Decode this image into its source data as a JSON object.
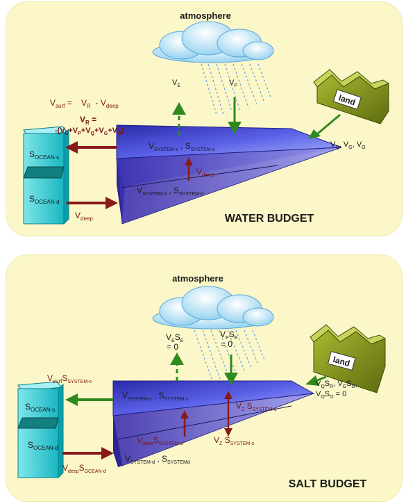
{
  "colors": {
    "panel_bg": "#fbf7c8",
    "maroon": "#7a1515",
    "arrow_green": "#2f8a1e",
    "arrow_maroon": "#8a1a1a",
    "wedge_top": "#5a5ee0",
    "wedge_side": "#3a34b8",
    "ocean_box": "#33d0d8",
    "land": "#7a8a1e"
  },
  "water": {
    "title": "WATER BUDGET",
    "atmosphere": "atmosphere",
    "land": "land",
    "ve": {
      "main": "V",
      "sub": "E"
    },
    "vp": {
      "main": "V",
      "sub": "P"
    },
    "vsurf": {
      "a": "V",
      "a_sub": "surf",
      "b": " =    V",
      "b_sub": "R",
      "c": "  - V",
      "c_sub": "deep"
    },
    "vr_top": {
      "main": "V",
      "sub": "R",
      "tail": " ="
    },
    "vr_expr": {
      "t1": "-(V",
      "s1": "E",
      "t2": "+V",
      "s2": "P",
      "t3": "+V",
      "s3": "Q",
      "t4": "+V",
      "s4": "G",
      "t5": "+V",
      "s5": "O",
      "t6": ")"
    },
    "ocean_s": {
      "main": "S",
      "sub": "OCEAN-s"
    },
    "ocean_d": {
      "main": "S",
      "sub": "OCEAN-d"
    },
    "vdeep_left": {
      "main": "V",
      "sub": "deep"
    },
    "vdeep_mid": {
      "main": "V",
      "sub": "deep"
    },
    "sys_s": {
      "a": "V",
      "a_sub": "SYSTEM-s",
      "b": " , S",
      "b_sub": "SYSTEM-s"
    },
    "sys_d": {
      "a": "V",
      "a_sub": "SYSTEM-d",
      "b": " , S",
      "b_sub": "SYSTEM-d"
    },
    "vq": {
      "a": "V",
      "a_sub": "Q",
      "b": ", V",
      "b_sub": "G",
      "c": ", V",
      "c_sub": "O"
    }
  },
  "salt": {
    "title": "SALT BUDGET",
    "atmosphere": "atmosphere",
    "land": "land",
    "ve": {
      "a": "V",
      "a_sub": "E",
      "b": "S",
      "b_sub": "E",
      "eq": "= 0"
    },
    "vp": {
      "a": "V",
      "a_sub": "P",
      "b": "S",
      "b_sub": "E",
      "eq": "= 0"
    },
    "vsurf": {
      "a": "V",
      "a_sub": "surf",
      "b": "S",
      "b_sub": "SYSTEM-s"
    },
    "ocean_s": {
      "main": "S",
      "sub": "OCEAN-s"
    },
    "ocean_d": {
      "main": "S",
      "sub": "OCEAN-d"
    },
    "vdeep_left": {
      "a": "V",
      "a_sub": "deep",
      "b": "S",
      "b_sub": "OCEAN-d"
    },
    "vdeep_mid": {
      "a": "V",
      "a_sub": "deep",
      "b": "S",
      "b_sub": "SYSTEM-d"
    },
    "sys_s": {
      "a": "V",
      "a_sub": "SYSTEM-s",
      "b": " , S",
      "b_sub": "SYSTEM-s"
    },
    "sys_d": {
      "a": "V",
      "a_sub": "SYSTEM-d",
      "b": " , S",
      "b_sub": "SYSTEMd"
    },
    "vz_up": {
      "a": "V",
      "a_sub": "Z",
      "b": " S",
      "b_sub": "SYSTEM-d"
    },
    "vz_down": {
      "a": "V",
      "a_sub": "Z",
      "b": " S",
      "b_sub": "SYSTEM-s"
    },
    "vq_line1": {
      "a": "V",
      "a_sub": "Q",
      "b": "S",
      "b_sub": "R",
      "c": ", V",
      "c_sub": "G",
      "d": "S",
      "d_sub": "G",
      "e": ","
    },
    "vq_line2": {
      "a": "V",
      "a_sub": "O",
      "b": "S",
      "b_sub": "O",
      "eq": " = 0"
    }
  }
}
